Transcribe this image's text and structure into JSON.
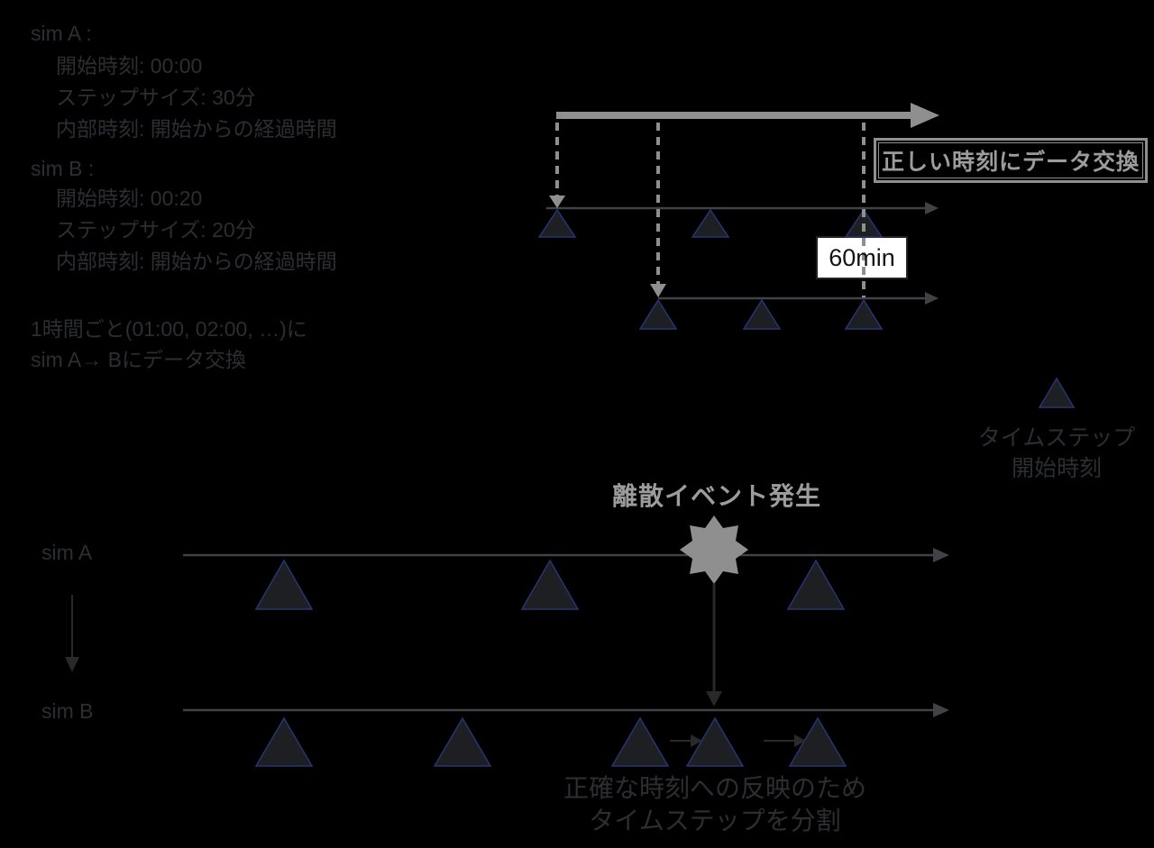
{
  "colors": {
    "bg": "#000000",
    "dark-text": "#2c2e31",
    "gray": "#8f8f8f",
    "gray-text": "#9c9c9c",
    "line": "#424246",
    "dark-arrow": "#29292c",
    "tri-fill": "#1d1f22",
    "tri-stroke": "#263575",
    "callout-bg": "#ffffff",
    "callout-border": "#232323",
    "callout-text": "#141414"
  },
  "sim_a_info": {
    "title": "sim A :",
    "lines": [
      "開始時刻: 00:00",
      "ステップサイズ: 30分",
      "内部時刻:  開始からの経過時間"
    ]
  },
  "sim_b_info": {
    "title": "sim B :",
    "lines": [
      "開始時刻: 00:20",
      "ステップサイズ: 20分",
      "内部時刻:  開始からの経過時間"
    ]
  },
  "exchange_note": {
    "line1": "1時間ごと(01:00, 02:00, …)に",
    "line2": "sim A→ Bにデータ交換"
  },
  "top_diagram": {
    "callout": "正しい時刻にデータ交換",
    "interval_label": "60min"
  },
  "legend": {
    "line1": "タイムステップ",
    "line2": "開始時刻"
  },
  "bottom_diagram": {
    "event_label": "離散イベント発生",
    "sim_a_label": "sim A",
    "sim_b_label": "sim B",
    "split_note_line1": "正確な時刻への反映のため",
    "split_note_line2": "タイムステップを分割"
  }
}
